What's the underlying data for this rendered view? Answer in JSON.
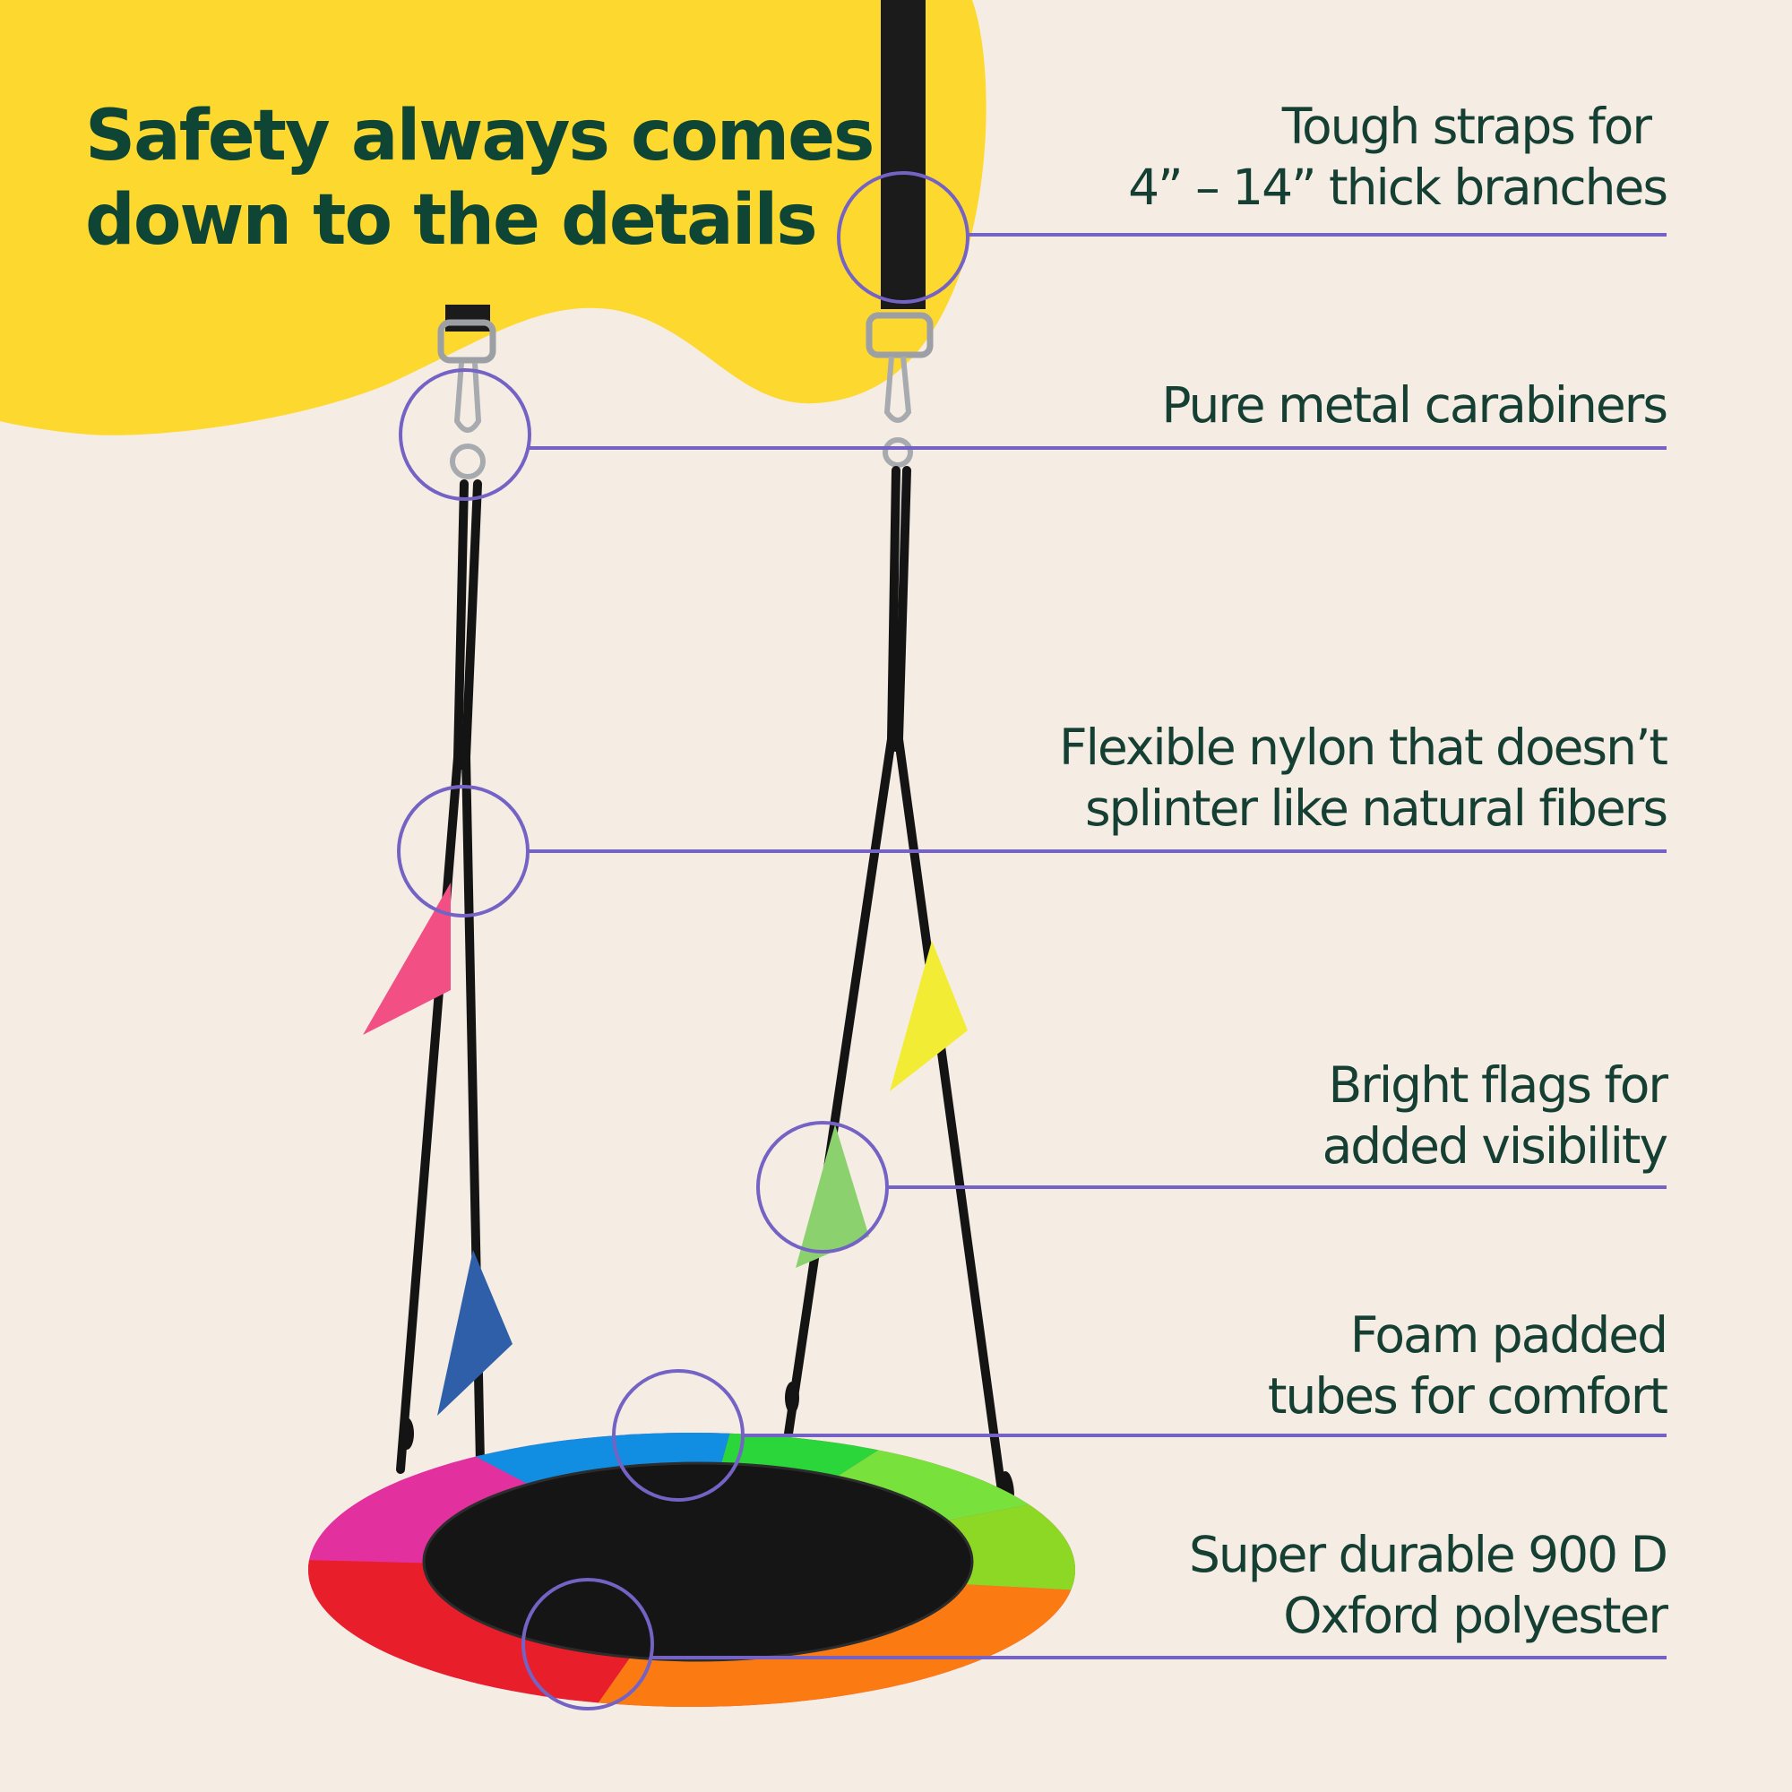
{
  "headline": {
    "line1": "Safety always comes",
    "line2": "down to the details"
  },
  "callouts": [
    {
      "line1": "Tough straps for",
      "line2": "4” – 14” thick branches"
    },
    {
      "line1": "Pure metal carabiners"
    },
    {
      "line1": "Flexible nylon that doesn’t",
      "line2": "splinter like natural fibers"
    },
    {
      "line1": "Bright flags for",
      "line2": "added visibility"
    },
    {
      "line1": "Foam padded",
      "line2": "tubes for comfort"
    },
    {
      "line1": "Super durable 900 D",
      "line2": "Oxford polyester"
    }
  ],
  "colors": {
    "background": "#f5ede4",
    "blob": "#fdd82e",
    "headline_text": "#0f4535",
    "callout_text": "#163f33",
    "callout_line": "#7463c4"
  }
}
